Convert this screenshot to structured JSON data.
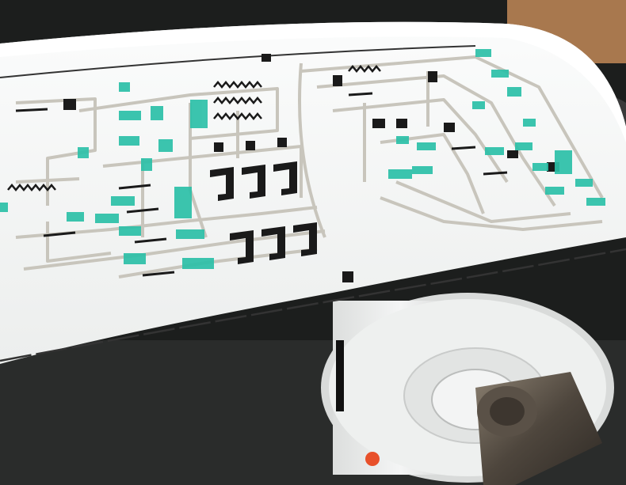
{
  "scene": {
    "description_free": true,
    "colors": {
      "background_dark": "#1c1e1d",
      "floor_gray": "#2b2d2c",
      "paper_white": "#f6f7f7",
      "trace_silver": "#c8c5bc",
      "pad_black": "#1a1a1a",
      "component_teal": "#2cc0a8",
      "cardboard": "#a8784e",
      "spindle_metal": "#6f6458",
      "orange_marker": "#e8502a"
    },
    "icons": {
      "printed_circuit_web": "printed-circuit-web",
      "paper_roll": "paper-roll",
      "spindle": "metal-spindle"
    }
  }
}
